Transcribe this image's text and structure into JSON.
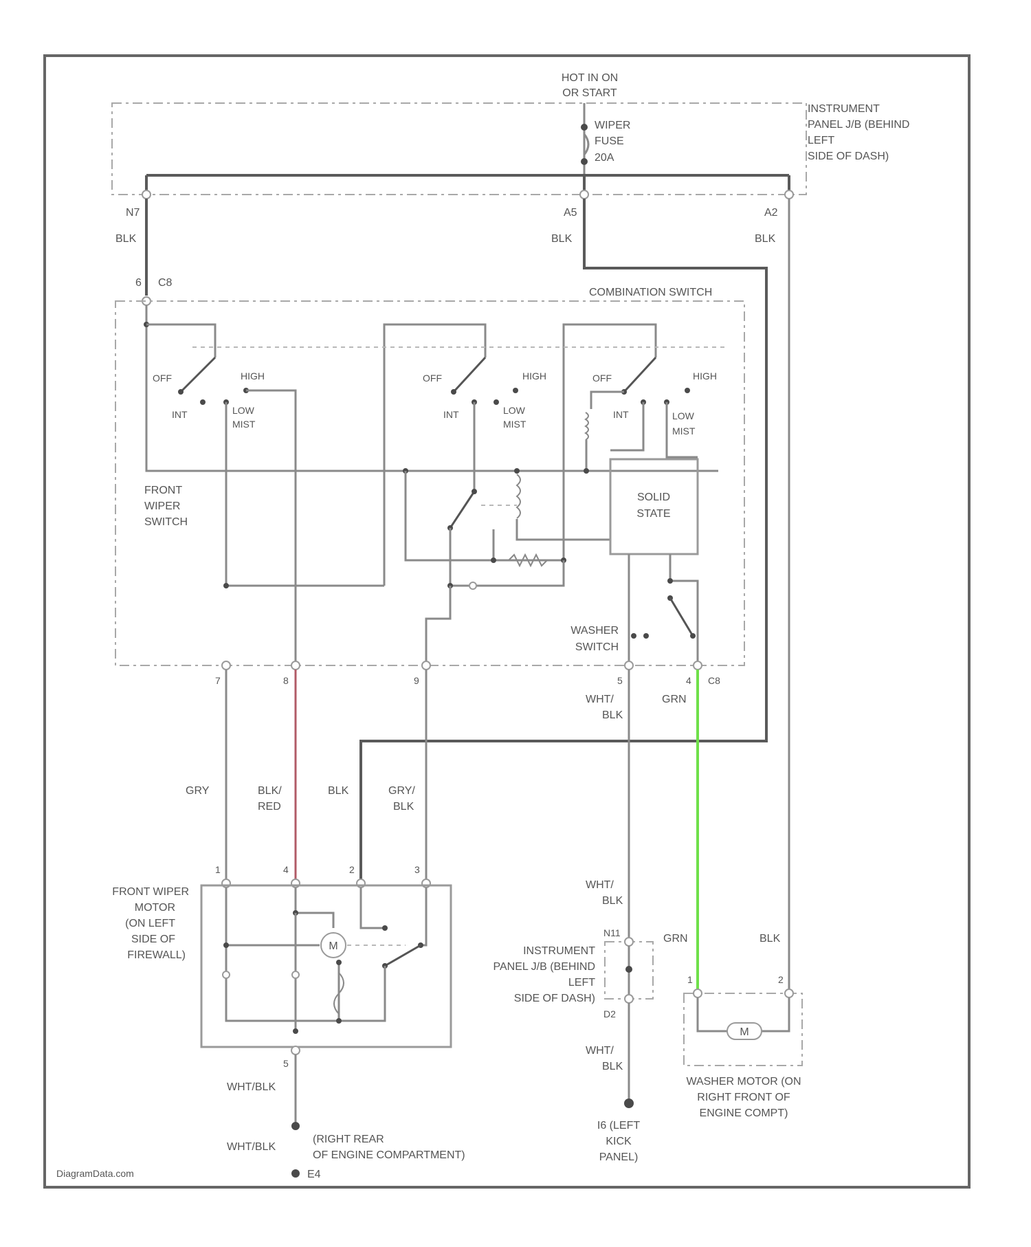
{
  "power_source": [
    "HOT IN ON",
    "OR START"
  ],
  "fuse": [
    "WIPER",
    "FUSE",
    "20A"
  ],
  "ip_jb_top": [
    "INSTRUMENT",
    "PANEL J/B (BEHIND",
    "LEFT",
    "SIDE OF DASH)"
  ],
  "pins_top": {
    "left": "N7",
    "mid": "A5",
    "right": "A2"
  },
  "wire_top": {
    "left": "BLK",
    "mid": "BLK",
    "right": "BLK"
  },
  "c8_top": {
    "pin": "6",
    "conn": "C8"
  },
  "combination_switch": "COMBINATION SWITCH",
  "switch_positions": {
    "off": "OFF",
    "int": "INT",
    "high": "HIGH",
    "low": "LOW",
    "mist": "MIST"
  },
  "front_wiper_switch": [
    "FRONT",
    "WIPER",
    "SWITCH"
  ],
  "solid_state": [
    "SOLID",
    "STATE"
  ],
  "washer_switch": [
    "WASHER",
    "SWITCH"
  ],
  "c8_bottom": {
    "p1": "7",
    "p2": "8",
    "p3": "9",
    "p4": "5",
    "p5": "4",
    "conn": "C8"
  },
  "wire_colors": {
    "gry": "GRY",
    "blk_red": [
      "BLK/",
      "RED"
    ],
    "blk": "BLK",
    "gry_blk": [
      "GRY/",
      "BLK"
    ],
    "wht_blk_a": [
      "WHT/",
      "BLK"
    ],
    "grn": "GRN",
    "wht_blk_b": [
      "WHT/",
      "BLK"
    ],
    "grn_b": "GRN",
    "blk_b": "BLK",
    "wht_blk_c": [
      "WHT/",
      "BLK"
    ],
    "wht_blk_d": "WHT/BLK",
    "wht_blk_e": "WHT/BLK"
  },
  "motor_pins": {
    "p1": "1",
    "p2": "4",
    "p3": "2",
    "p4": "3",
    "p5": "5"
  },
  "front_wiper_motor": [
    "FRONT WIPER",
    "MOTOR",
    "(ON LEFT",
    "SIDE OF",
    "FIREWALL)"
  ],
  "motor_symbol": "M",
  "ip_jb_bottom": [
    "INSTRUMENT",
    "PANEL J/B (BEHIND",
    "LEFT",
    "SIDE OF DASH)"
  ],
  "ip_jb_bottom_pins": {
    "top": "N11",
    "bottom": "D2"
  },
  "washer_motor": [
    "WASHER MOTOR (ON",
    "RIGHT FRONT OF",
    "ENGINE COMPT)"
  ],
  "washer_motor_pins": {
    "left": "1",
    "right": "2"
  },
  "ground_left": [
    "(RIGHT REAR",
    "OF ENGINE COMPARTMENT)"
  ],
  "ground_left_id": "E4",
  "ground_right": [
    "I6 (LEFT",
    "KICK",
    "PANEL)"
  ],
  "watermark": "DiagramData.com"
}
